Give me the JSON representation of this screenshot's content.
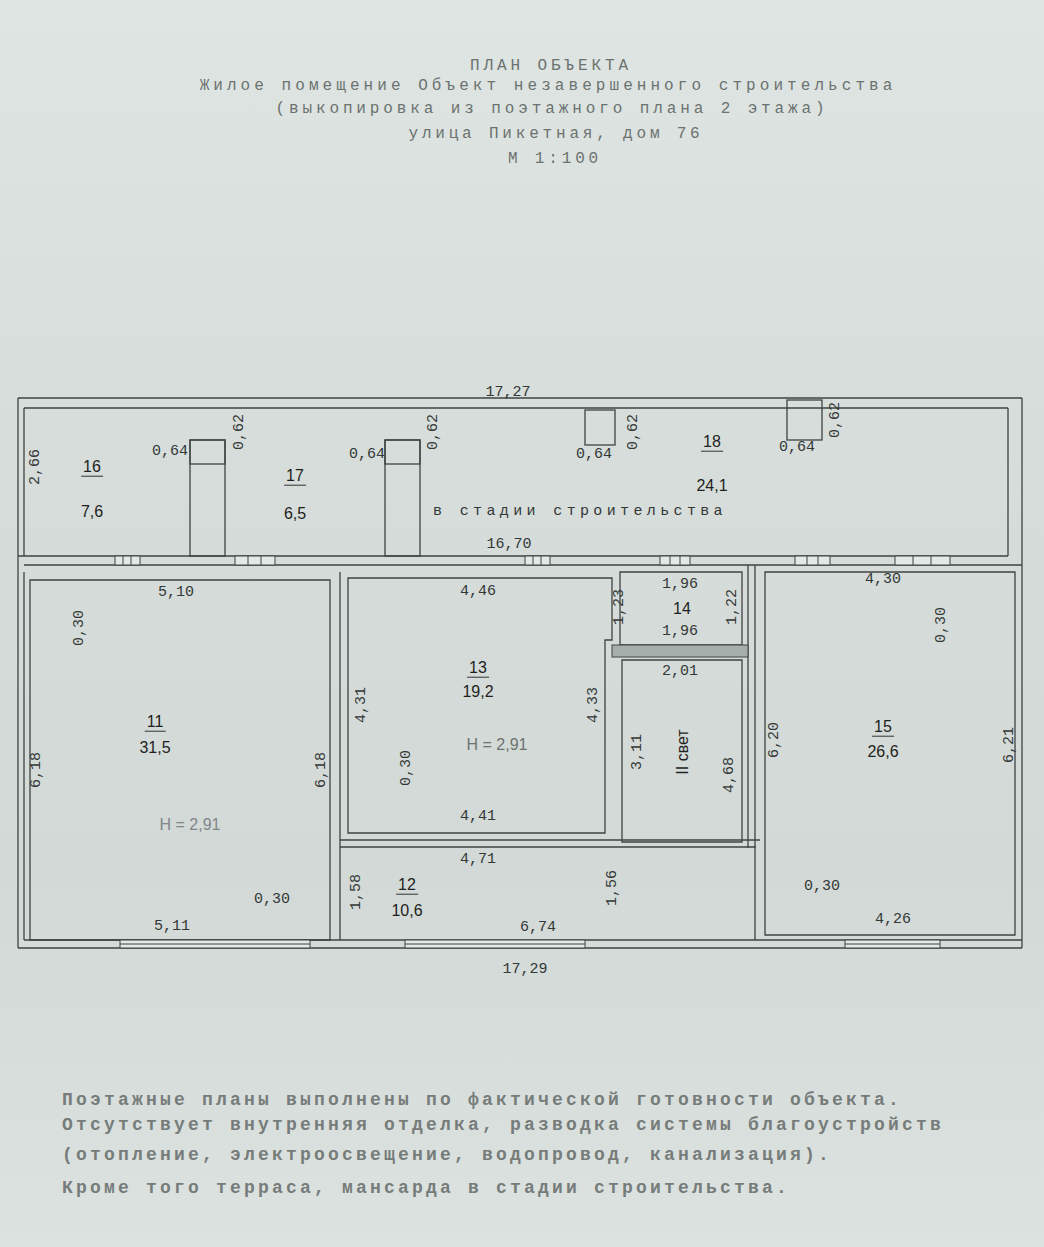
{
  "diagram": {
    "title": "ПЛАН ОБЪЕКТА",
    "nodes": [
      {
        "text": [
          "16",
          "7,6"
        ]
      },
      {
        "text": [
          "17",
          "6,5"
        ]
      },
      {
        "text": [
          "18",
          "24,1"
        ]
      },
      {
        "text": [
          "11",
          "31,5",
          "Н = 2,91"
        ]
      },
      {
        "text": [
          "13",
          "19,2",
          "Н = 2,91"
        ]
      },
      {
        "text": [
          "14"
        ]
      },
      {
        "text": [
          "II свет"
        ]
      },
      {
        "text": [
          "15",
          "26,6"
        ]
      },
      {
        "text": [
          "12",
          "10,6"
        ]
      }
    ],
    "labels": [
      "Жилое помещение Объект незавершенного строительства",
      "(выкопировка из поэтажного плана 2 этажа)",
      "улица Пикетная, дом 76",
      "М 1:100",
      "17,27",
      "2,66",
      "0,64",
      "0,62",
      "0,64",
      "0,62",
      "0,64",
      "0,62",
      "0,64",
      "0,62",
      "в стадии строительства",
      "16,70",
      "5,10",
      "4,46",
      "1,96",
      "1,23",
      "1,22",
      "1,96",
      "4,30",
      "0,30",
      "0,30",
      "6,18",
      "6,18",
      "4,31",
      "4,33",
      "0,30",
      "2,01",
      "3,11",
      "4,68",
      "6,20",
      "6,21",
      "4,41",
      "4,71",
      "0,30",
      "1,58",
      "1,56",
      "6,74",
      "0,30",
      "4,26",
      "5,11",
      "17,29",
      "Поэтажные планы выполнены по фактической готовности объекта.",
      "Отсутствует внутренняя отделка, разводка системы благоустройств (отопление, электроосвещение, водопровод, канализация).",
      "Кроме того терраса, мансарда в стадии строительства."
    ]
  }
}
